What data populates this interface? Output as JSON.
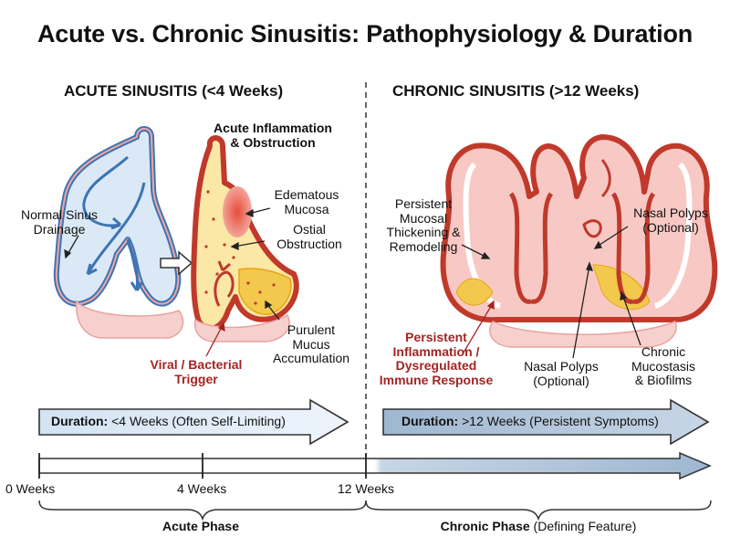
{
  "title": "Acute vs. Chronic Sinusitis: Pathophysiology & Duration",
  "acute": {
    "heading": "ACUTE SINUSITIS (<4 Weeks)",
    "normal_label": "Normal Sinus\nDrainage",
    "inflamed_label": "Acute Inflammation\n& Obstruction",
    "edematous_label": "Edematous\nMucosa",
    "ostial_label": "Ostial\nObstruction",
    "purulent_label": "Purulent\nMucus\nAccumulation",
    "trigger_label": "Viral / Bacterial\nTrigger",
    "duration_bold": "Duration:",
    "duration_text": " <4 Weeks (Often Self-Limiting)"
  },
  "chronic": {
    "heading": "CHRONIC SINUSITIS (>12 Weeks)",
    "thickening_label": "Persistent\nMucosal\nThickening &\nRemodeling",
    "polyps_top_label": "Nasal Polyps\n(Optional)",
    "inflammation_label": "Persistent\nInflammation /\nDysregulated\nImmune Response",
    "polyps_bottom_label": "Nasal Polyps\n(Optional)",
    "mucostasis_label": "Chronic\nMucostasis\n& Biofilms",
    "duration_bold": "Duration:",
    "duration_text": " >12 Weeks (Persistent Symptoms)"
  },
  "timeline": {
    "ticks": [
      "0 Weeks",
      "4 Weeks",
      "12 Weeks"
    ],
    "acute_phase": "Acute Phase",
    "chronic_phase_bold": "Chronic Phase",
    "chronic_phase_note": " (Defining Feature)"
  },
  "colors": {
    "normal_fill": "#dbe9f6",
    "normal_stroke": "#3c74b4",
    "inflamed_fill": "#f8c9c4",
    "inflamed_stroke": "#c0392b",
    "pus": "#f2c94c",
    "pus_dark": "#e8a317",
    "trigger_red": "#a52323",
    "acute_arrow_fill": "#dbe8f5",
    "chronic_arrow_fill": "#a9bfd6"
  }
}
